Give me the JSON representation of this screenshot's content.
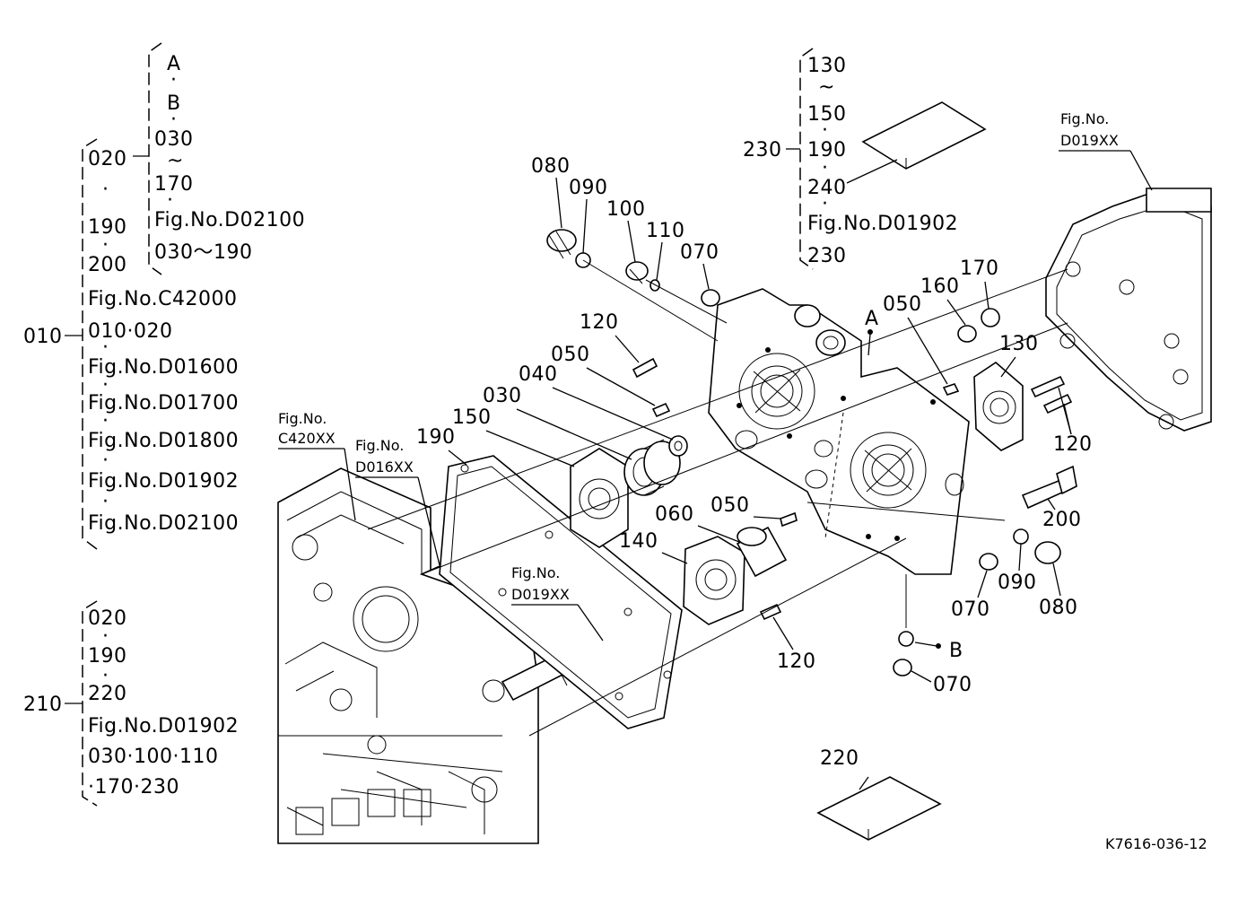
{
  "groups": {
    "g010": {
      "ref": "010",
      "items": [
        "020",
        "·",
        "190",
        "·",
        "200",
        "Fig.No.C42000",
        "010·020",
        "·",
        "Fig.No.D01600",
        "·",
        "Fig.No.D01700",
        "·",
        "Fig.No.D01800",
        "·",
        "Fig.No.D01902",
        "·",
        "Fig.No.D02100"
      ]
    },
    "gAB": {
      "items": [
        "A",
        "·",
        "B",
        "·",
        "030",
        "~",
        "170",
        "·",
        "Fig.No.D02100",
        "030～190"
      ]
    },
    "g230": {
      "ref": "230",
      "items": [
        "130",
        "~",
        "150",
        "·",
        "190",
        "·",
        "240",
        "·",
        "Fig.No.D01902",
        "230"
      ]
    },
    "g210": {
      "ref": "210",
      "items": [
        "020",
        "·",
        "190",
        "·",
        "220",
        "Fig.No.D01902",
        "030·100·110",
        "·170·230"
      ]
    }
  },
  "callouts": {
    "p080a": "080",
    "p090a": "090",
    "p100": "100",
    "p110": "110",
    "p070a": "070",
    "p120a": "120",
    "p050a": "050",
    "p040": "040",
    "p030": "030",
    "p150": "150",
    "p190": "190",
    "pA": "A",
    "p050b": "050",
    "p160": "160",
    "p170": "170",
    "p130": "130",
    "p120b": "120",
    "p200": "200",
    "p060": "060",
    "p050c": "050",
    "p140": "140",
    "p120c": "120",
    "p070b": "070",
    "p090b": "090",
    "p080b": "080",
    "pB": "B",
    "p070c": "070",
    "p230": "230",
    "p220": "220"
  },
  "fig_refs": {
    "c420": [
      "Fig.No.",
      "C420XX"
    ],
    "d016": [
      "Fig.No.",
      "D016XX"
    ],
    "d019a": [
      "Fig.No.",
      "D019XX"
    ],
    "d019b": [
      "Fig.No.",
      "D019XX"
    ]
  },
  "drawing_code": "K7616-036-12"
}
